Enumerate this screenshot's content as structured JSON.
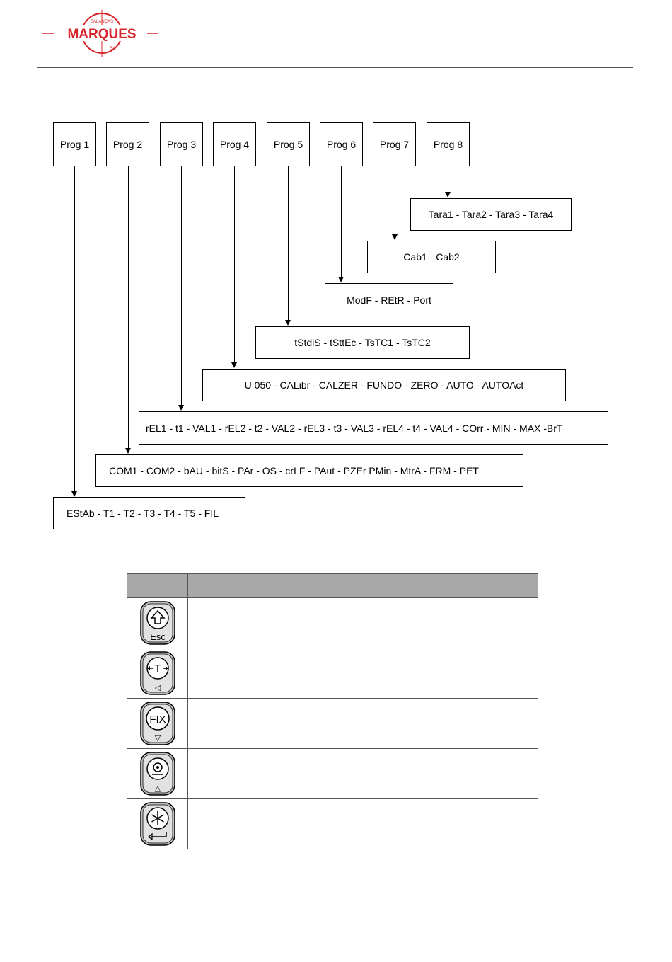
{
  "header": {
    "logo": {
      "top_text": "BALANÇAS",
      "main_text": "MARQUES",
      "sub_text": "SA",
      "color": "#d7262b"
    }
  },
  "diagram": {
    "progs": [
      "Prog 1",
      "Prog 2",
      "Prog 3",
      "Prog 4",
      "Prog 5",
      "Prog 6",
      "Prog 7",
      "Prog 8"
    ],
    "lists": [
      "Tara1 - Tara2  - Tara3  - Tara4",
      "Cab1 - Cab2",
      "ModF - REtR - Port",
      "tStdiS - tSttEc - TsTC1 - TsTC2",
      "U 050 - CALibr - CALZER - FUNDO - ZERO - AUTO - AUTOAct",
      "rEL1 - t1 - VAL1 - rEL2 - t2 - VAL2 - rEL3 - t3 - VAL3 - rEL4 - t4 - VAL4 - COrr -  MIN - MAX -BrT",
      "COM1 - COM2 - bAU - bitS - PAr - OS - crLF - PAut - PZEr PMin - MtrA - FRM - PET",
      "EStAb - T1 - T2 - T3 - T4 - T5 - FIL"
    ]
  },
  "keys_table": {
    "header": [
      "",
      ""
    ],
    "rows": [
      {
        "key_icon": "up-arrow-icon",
        "key_label": "Esc",
        "description": ""
      },
      {
        "key_icon": "tare-icon",
        "key_glyph": "T",
        "key_label": "◁",
        "description": ""
      },
      {
        "key_icon": "fix-icon",
        "key_glyph": "FIX",
        "key_label": "▽",
        "description": ""
      },
      {
        "key_icon": "zero-icon",
        "key_label": "△",
        "description": ""
      },
      {
        "key_icon": "asterisk-icon",
        "key_label": "↵",
        "description": ""
      }
    ]
  }
}
